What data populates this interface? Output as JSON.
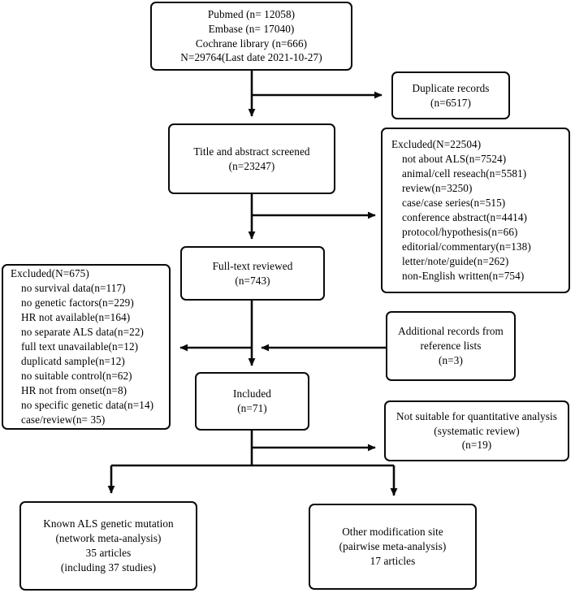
{
  "diagram": {
    "title": "PRISMA study selection flow diagram",
    "type": "flowchart",
    "boxes": {
      "sources": {
        "name": "database-search-box",
        "lines": [
          "Pubmed (n= 12058)",
          "Embase (n= 17040)",
          "Cochrane library (n=666)",
          "N=29764(Last date 2021-10-27)"
        ]
      },
      "duplicates": {
        "name": "duplicate-records-box",
        "lines": [
          "Duplicate records",
          "(n=6517)"
        ]
      },
      "screened": {
        "name": "title-abstract-screened-box",
        "lines": [
          "Title and abstract screened",
          "(n=23247)"
        ]
      },
      "excluded_screening": {
        "name": "excluded-screening-box",
        "lines": [
          "Excluded(N=22504)",
          "not about ALS(n=7524)",
          "animal/cell reseach(n=5581)",
          "review(n=3250)",
          "case/case series(n=515)",
          "conference abstract(n=4414)",
          "protocol/hypothesis(n=66)",
          "editorial/commentary(n=138)",
          "letter/note/guide(n=262)",
          "non-English written(n=754)"
        ]
      },
      "fulltext": {
        "name": "full-text-reviewed-box",
        "lines": [
          "Full-text reviewed",
          "(n=743)"
        ]
      },
      "excluded_fulltext": {
        "name": "excluded-fulltext-box",
        "lines": [
          "Excluded(N=675)",
          "no survival data(n=117)",
          "no genetic factors(n=229)",
          "HR not available(n=164)",
          "no separate ALS data(n=22)",
          "full text unavailable(n=12)",
          "duplicatd sample(n=12)",
          "no suitable control(n=62)",
          "HR not from onset(n=8)",
          "no specific genetic data(n=14)",
          "case/review(n= 35)"
        ]
      },
      "additional": {
        "name": "additional-records-box",
        "lines": [
          "Additional records from",
          "reference lists",
          "(n=3)"
        ]
      },
      "included": {
        "name": "included-box",
        "lines": [
          "Included",
          "(n=71)"
        ]
      },
      "not_suitable": {
        "name": "not-suitable-quantitative-box",
        "lines": [
          "Not suitable for quantitative analysis",
          "(systematic review)",
          "(n=19)"
        ]
      },
      "known_mutation": {
        "name": "known-als-genetic-mutation-box",
        "lines": [
          "Known ALS genetic mutation",
          "(network meta-analysis)",
          "35 articles",
          "(including 37 studies)"
        ]
      },
      "other_site": {
        "name": "other-modification-site-box",
        "lines": [
          "Other modification site",
          "(pairwise meta-analysis)",
          "17 articles"
        ]
      }
    },
    "colors": {
      "stroke": "#0a0a0a",
      "fill": "#ffffff",
      "text": "#000000",
      "background": "#ffffff"
    }
  }
}
